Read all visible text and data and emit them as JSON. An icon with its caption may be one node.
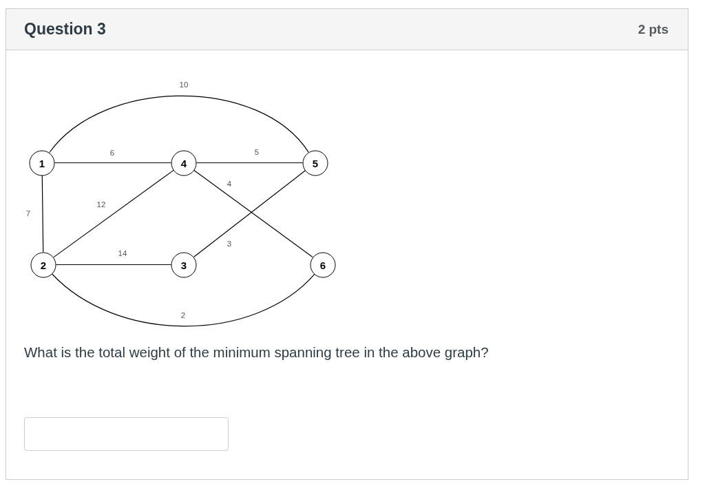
{
  "diagram": {
    "title": "Question 3",
    "nodes": [
      {
        "text": [
          "1"
        ]
      },
      {
        "text": [
          "4"
        ]
      },
      {
        "text": [
          "5"
        ]
      },
      {
        "text": [
          "2"
        ]
      },
      {
        "text": [
          "3"
        ]
      },
      {
        "text": [
          "6"
        ]
      }
    ],
    "edges": [
      {
        "from": 0,
        "to": 2,
        "arrow": "none",
        "label": "10"
      },
      {
        "from": 0,
        "to": 1,
        "arrow": "none",
        "label": "6"
      },
      {
        "from": 1,
        "to": 2,
        "arrow": "none",
        "label": "5"
      },
      {
        "from": 1,
        "to": 5,
        "arrow": "none",
        "label": "4"
      },
      {
        "from": 3,
        "to": 1,
        "arrow": "none",
        "label": "12"
      },
      {
        "from": 0,
        "to": 3,
        "arrow": "none",
        "label": "7"
      },
      {
        "from": 2,
        "to": 4,
        "arrow": "none",
        "label": "3"
      },
      {
        "from": 3,
        "to": 4,
        "arrow": "none",
        "label": "14"
      },
      {
        "from": 3,
        "to": 5,
        "arrow": "none",
        "label": "2"
      }
    ],
    "labels": [
      "2 pts",
      "What is the total weight of the minimum spanning tree in the above graph?"
    ]
  }
}
